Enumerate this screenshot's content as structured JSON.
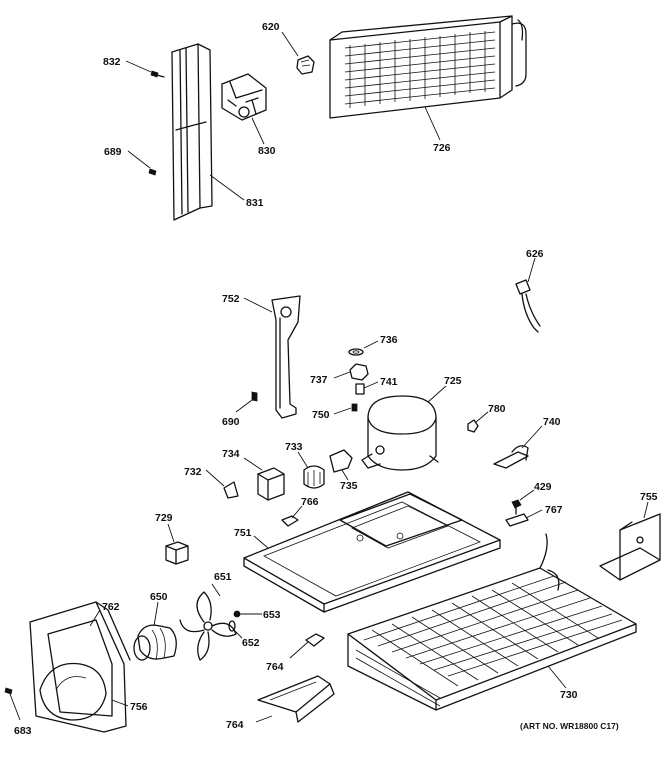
{
  "art_number": "(ART NO. WR18800 C17)",
  "callouts": {
    "p620": "620",
    "p726": "726",
    "p832": "832",
    "p830": "830",
    "p689": "689",
    "p831": "831",
    "p626": "626",
    "p752": "752",
    "p736": "736",
    "p737": "737",
    "p741": "741",
    "p725": "725",
    "p690": "690",
    "p750": "750",
    "p780": "780",
    "p740": "740",
    "p734": "734",
    "p733": "733",
    "p732": "732",
    "p735": "735",
    "p429": "429",
    "p755": "755",
    "p729": "729",
    "p766": "766",
    "p767": "767",
    "p751": "751",
    "p651": "651",
    "p762": "762",
    "p650": "650",
    "p653": "653",
    "p652": "652",
    "p764a": "764",
    "p730": "730",
    "p756": "756",
    "p683": "683",
    "p764b": "764"
  }
}
